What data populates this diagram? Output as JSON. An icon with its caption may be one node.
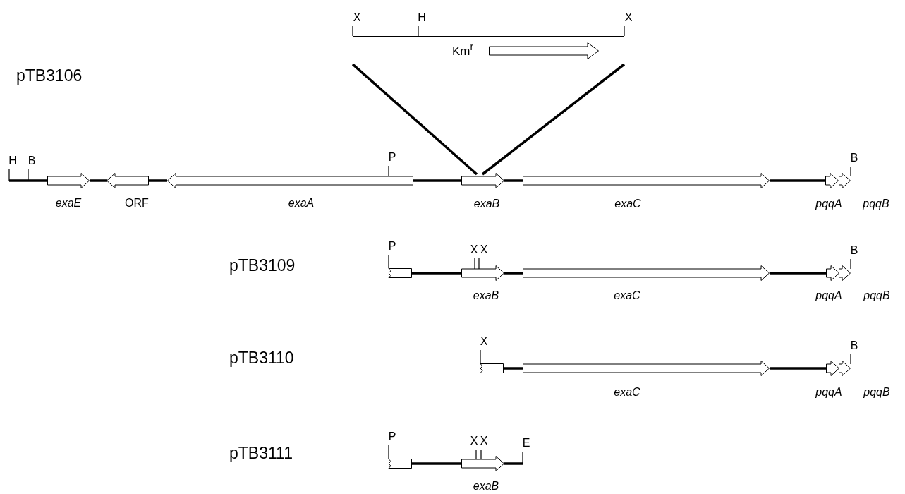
{
  "diagram": {
    "nodes": [
      {
        "text": [
          "X"
        ]
      },
      {
        "text": [
          "H"
        ]
      },
      {
        "text": [
          "X"
        ]
      },
      {
        "text": [
          "Km$^{r}$"
        ]
      },
      {
        "text": [
          "H"
        ]
      },
      {
        "text": [
          "B"
        ]
      },
      {
        "text": [
          "exaE"
        ]
      },
      {
        "text": [
          "ORF"
        ]
      },
      {
        "text": [
          "P"
        ]
      },
      {
        "text": [
          "exaA"
        ]
      },
      {
        "text": [
          "exaB"
        ]
      },
      {
        "text": [
          "exaC"
        ]
      },
      {
        "text": [
          "pqqA"
        ]
      },
      {
        "text": [
          "B"
        ]
      },
      {
        "text": [
          "pqqB"
        ]
      },
      {
        "text": [
          "P"
        ]
      },
      {
        "text": [],
        "shape": "box"
      },
      {
        "text": [
          "X"
        ]
      },
      {
        "text": [
          "X"
        ]
      },
      {
        "text": [
          "exaB"
        ]
      },
      {
        "text": [
          "exaC"
        ]
      },
      {
        "text": [
          "pqqA"
        ]
      },
      {
        "text": [
          "B"
        ]
      },
      {
        "text": [
          "pqqB"
        ]
      },
      {
        "text": [
          "X"
        ]
      },
      {
        "text": [],
        "shape": "box"
      },
      {
        "text": [
          "exaC"
        ]
      },
      {
        "text": [
          "pqqA"
        ]
      },
      {
        "text": [
          "B"
        ]
      },
      {
        "text": [
          "pqqB"
        ]
      },
      {
        "text": [
          "P"
        ]
      },
      {
        "text": [],
        "shape": "box"
      },
      {
        "text": [
          "X"
        ]
      },
      {
        "text": [
          "X"
        ]
      },
      {
        "text": [
          "exaB"
        ]
      },
      {
        "text": [
          "E"
        ]
      }
    ],
    "edges": [
      {
        "from": 0,
        "to": 3,
        "arrow": "none"
      },
      {
        "from": 1,
        "to": 3,
        "arrow": "none"
      },
      {
        "from": 2,
        "to": 3,
        "arrow": "none"
      },
      {
        "from": 3,
        "to": 10,
        "arrow": "none",
        "style": "thick"
      },
      {
        "from": 3,
        "to": 10,
        "arrow": "none",
        "style": "thick"
      },
      {
        "from": 4,
        "to": null,
        "arrow": "none"
      },
      {
        "from": 5,
        "to": null,
        "arrow": "none"
      },
      {
        "from": 8,
        "to": 9,
        "arrow": "none"
      },
      {
        "from": 13,
        "to": 14,
        "arrow": "none"
      },
      {
        "from": 4,
        "to": 6,
        "arrow": "none",
        "style": "thick"
      },
      {
        "from": 6,
        "to": 7,
        "arrow": "none",
        "style": "thick"
      },
      {
        "from": 7,
        "to": 9,
        "arrow": "none",
        "style": "thick"
      },
      {
        "from": 9,
        "to": 10,
        "arrow": "none",
        "style": "thick"
      },
      {
        "from": 10,
        "to": 11,
        "arrow": "none",
        "style": "thick"
      },
      {
        "from": 11,
        "to": 12,
        "arrow": "none",
        "style": "thick"
      },
      {
        "from": 15,
        "to": 16,
        "arrow": "none"
      },
      {
        "from": 17,
        "to": 19,
        "arrow": "none"
      },
      {
        "from": 18,
        "to": 19,
        "arrow": "none"
      },
      {
        "from": 22,
        "to": 23,
        "arrow": "none"
      },
      {
        "from": 16,
        "to": 19,
        "arrow": "none",
        "style": "thick"
      },
      {
        "from": 19,
        "to": 20,
        "arrow": "none",
        "style": "thick"
      },
      {
        "from": 20,
        "to": 21,
        "arrow": "none",
        "style": "thick"
      },
      {
        "from": 24,
        "to": 25,
        "arrow": "none"
      },
      {
        "from": 28,
        "to": 29,
        "arrow": "none"
      },
      {
        "from": 25,
        "to": 26,
        "arrow": "none",
        "style": "thick"
      },
      {
        "from": 26,
        "to": 27,
        "arrow": "none",
        "style": "thick"
      },
      {
        "from": 30,
        "to": 31,
        "arrow": "none"
      },
      {
        "from": 32,
        "to": 34,
        "arrow": "none"
      },
      {
        "from": 33,
        "to": 34,
        "arrow": "none"
      },
      {
        "from": 35,
        "to": null,
        "arrow": "none"
      },
      {
        "from": 31,
        "to": 34,
        "arrow": "none",
        "style": "thick"
      },
      {
        "from": 34,
        "to": 35,
        "arrow": "none",
        "style": "thick"
      }
    ],
    "labels": [
      "pTB3106",
      "pTB3109",
      "pTB3110",
      "pTB3111"
    ]
  }
}
